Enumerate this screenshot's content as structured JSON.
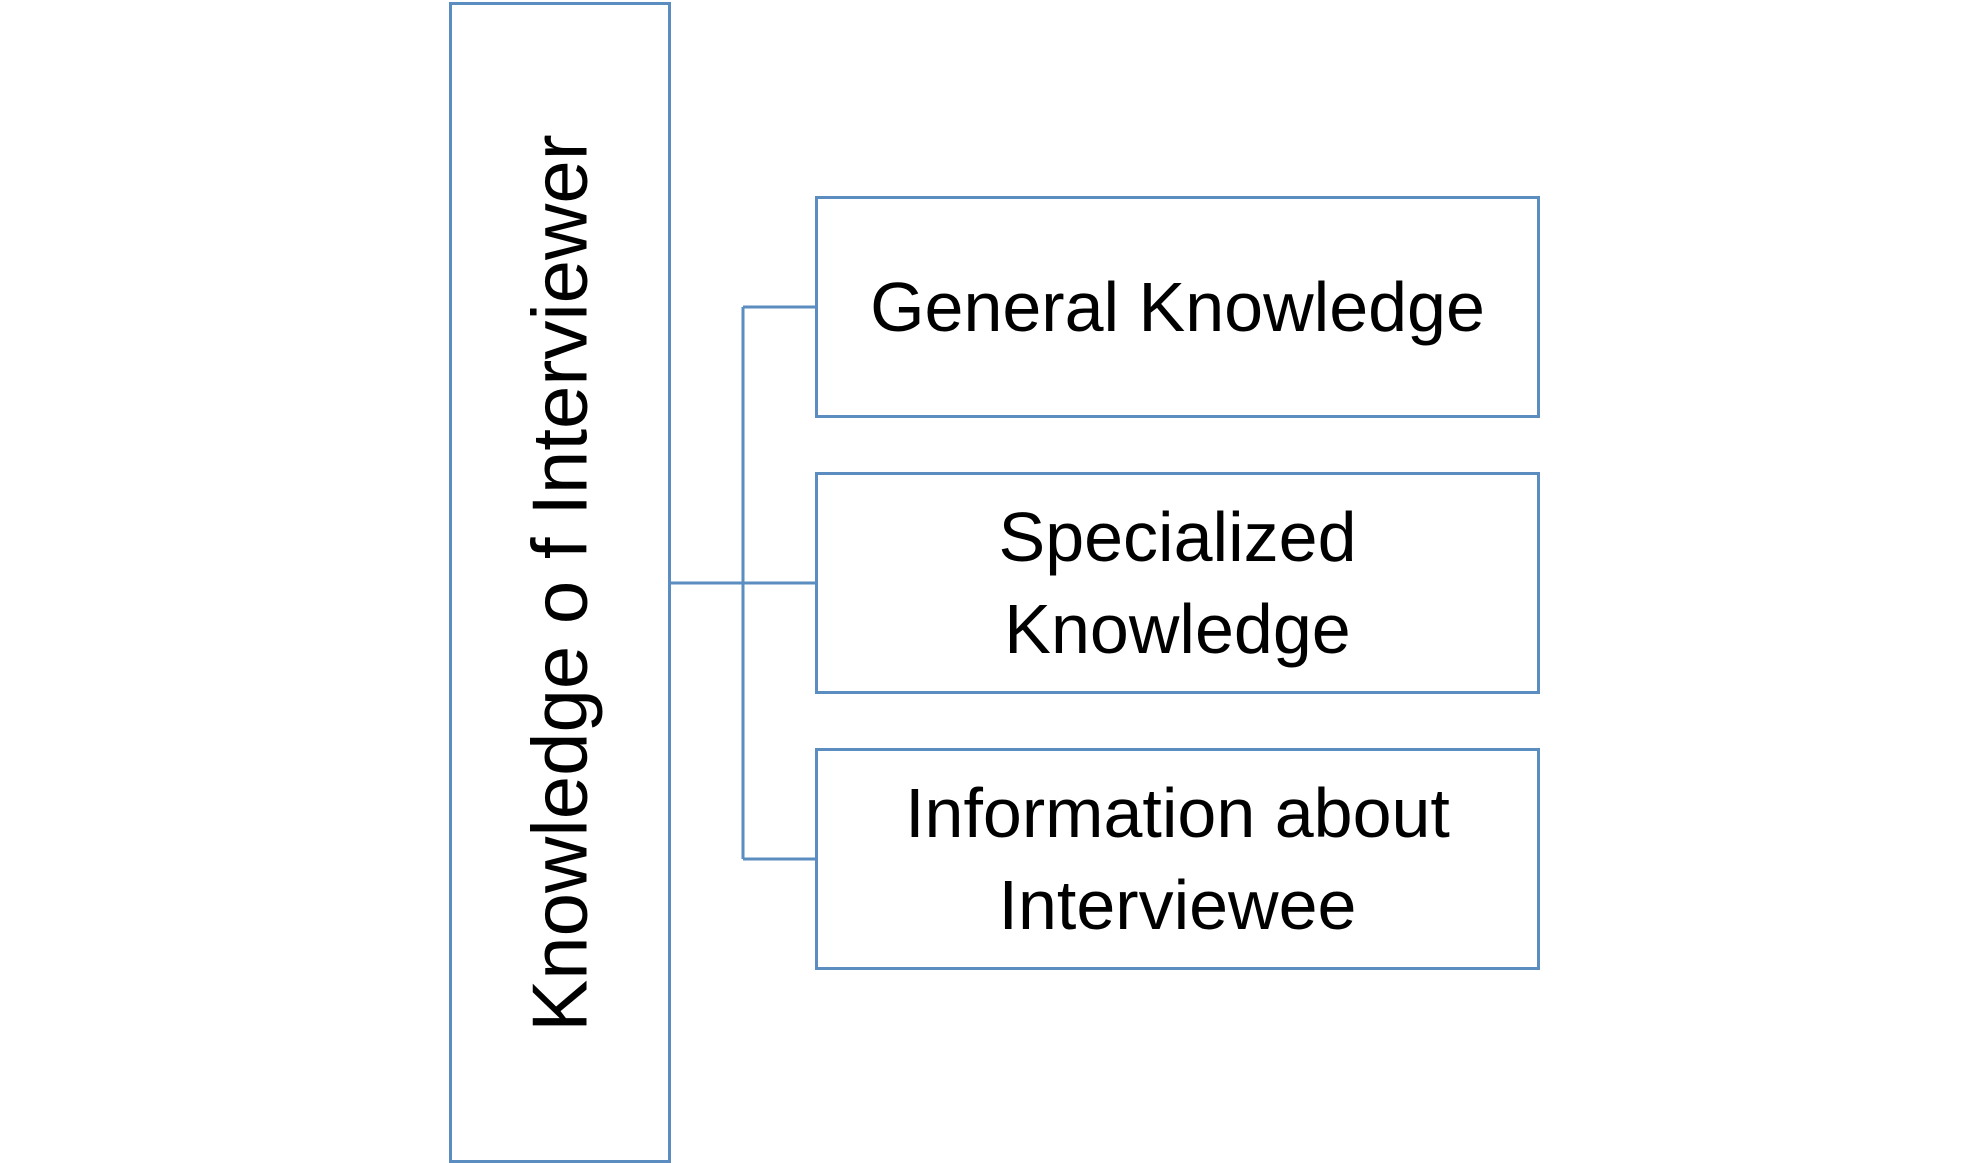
{
  "diagram": {
    "root": {
      "label": "Knowledge o f Interviewer"
    },
    "children": [
      {
        "label": "General Knowledge"
      },
      {
        "label": "Specialized\nKnowledge"
      },
      {
        "label": "Information about\nInterviewee"
      }
    ],
    "colors": {
      "border": "#5b8dc1",
      "connector": "#5b8dc1",
      "text": "#000000",
      "background": "#ffffff"
    }
  }
}
